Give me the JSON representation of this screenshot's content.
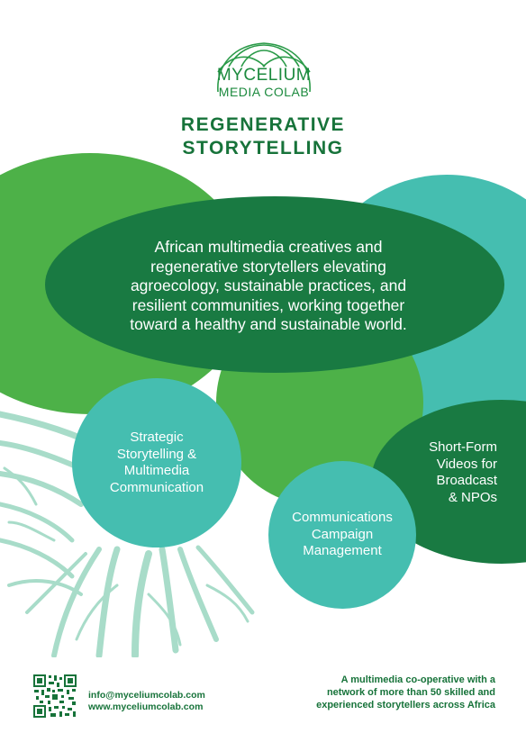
{
  "logo": {
    "line1": "MYCELIUM",
    "line2": "MEDIA COLAB"
  },
  "headline": {
    "line1": "REGENERATIVE",
    "line2": "STORYTELLING"
  },
  "center_text": "African multimedia creatives and regenerative storytellers elevating agroecology, sustainable practices, and resilient communities, working together toward a healthy and sustainable world.",
  "services": {
    "strategic": "Strategic\nStorytelling &\nMultimedia\nCommunication",
    "campaign": "Communications\nCampaign\nManagement",
    "shortform": "Short-Form\nVideos for\nBroadcast\n& NPOs"
  },
  "contact": {
    "email": "info@myceliumcolab.com",
    "website": "www.myceliumcolab.com"
  },
  "tagline": "A multimedia co-operative with a\nnetwork of more than 50 skilled and\nexperienced storytellers across Africa",
  "colors": {
    "dark_green": "#197a42",
    "bright_green": "#4db148",
    "teal": "#45beb0",
    "root_mint": "#a8dcc9",
    "text_green": "#17733a"
  }
}
